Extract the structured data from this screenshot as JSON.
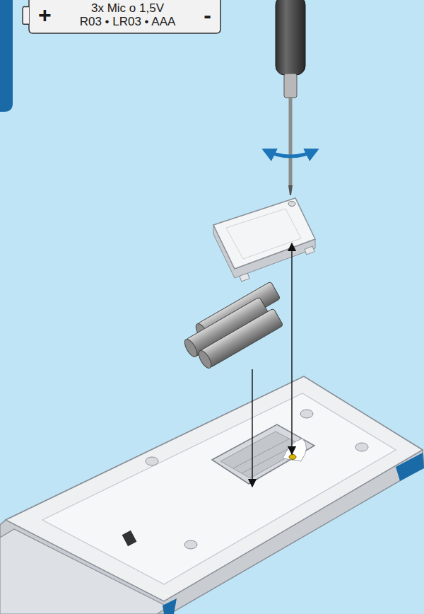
{
  "diagram": {
    "nodes": [
      {
        "text": [
          "+",
          "3x Mic o 1,5V",
          "R03 • LR03 • AAA",
          "-"
        ]
      }
    ]
  }
}
